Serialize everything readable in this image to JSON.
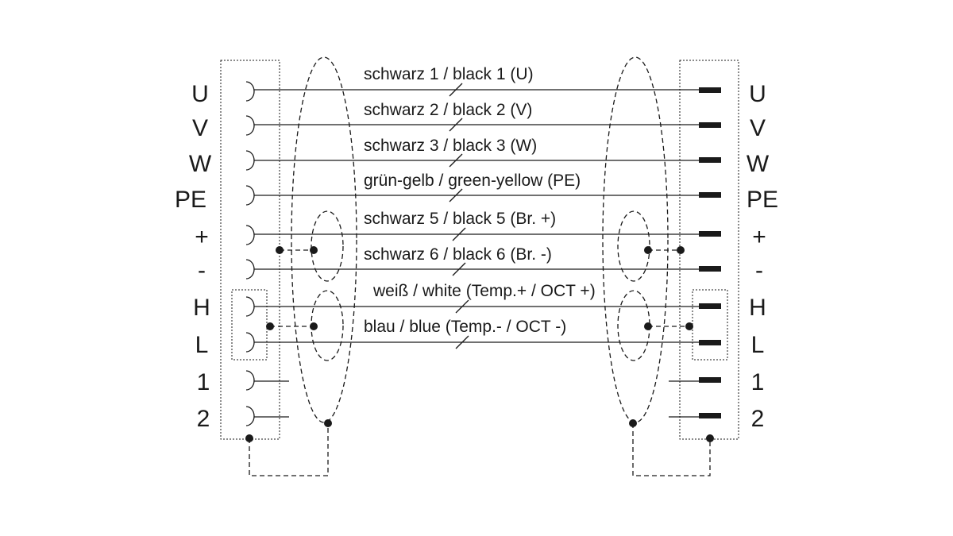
{
  "connector_left": {
    "pins": [
      "U",
      "V",
      "W",
      "PE",
      "+",
      "-",
      "H",
      "L",
      "1",
      "2"
    ]
  },
  "connector_right": {
    "pins": [
      "U",
      "V",
      "W",
      "PE",
      "+",
      "-",
      "H",
      "L",
      "1",
      "2"
    ]
  },
  "wires": [
    "schwarz 1 / black 1 (U)",
    "schwarz 2  / black 2 (V)",
    "schwarz 3 / black 3 (W)",
    "grün-gelb / green-yellow (PE)",
    "schwarz 5 / black 5 (Br. +)",
    "schwarz 6 / black 6 (Br. -)",
    "weiß / white (Temp.+ / OCT +)",
    "blau / blue (Temp.- / OCT -)"
  ]
}
